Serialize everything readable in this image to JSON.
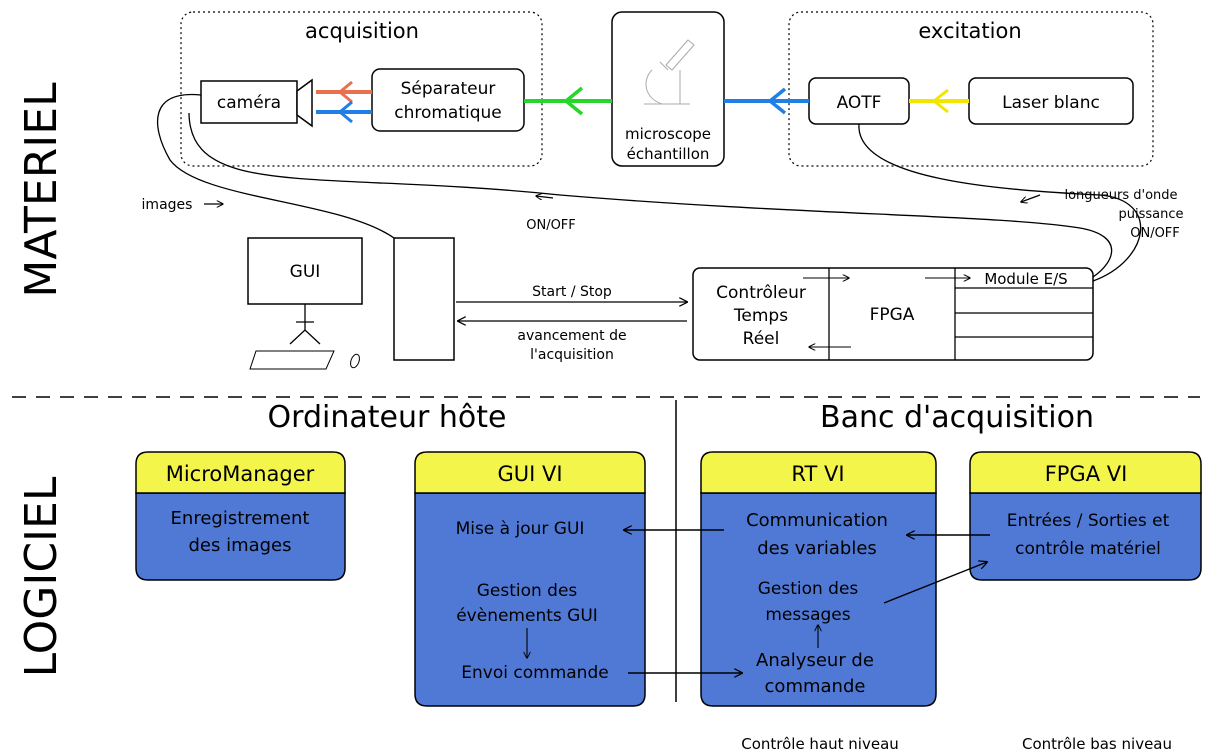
{
  "side_labels": {
    "hardware": "MATERIEL",
    "software": "LOGICIEL"
  },
  "hardware": {
    "acquisition_group": "acquisition",
    "excitation_group": "excitation",
    "camera": "caméra",
    "separator": [
      "Séparateur",
      "chromatique"
    ],
    "microscope": [
      "microscope",
      "échantillon"
    ],
    "aotf": "AOTF",
    "laser": "Laser blanc",
    "gui": "GUI",
    "controller": [
      "Contrôleur",
      "Temps",
      "Réel"
    ],
    "fpga": "FPGA",
    "module": "Module E/S",
    "links": {
      "images": "images",
      "onoff": "ON/OFF",
      "laser_params": [
        "longueurs d'onde",
        "puissance",
        "ON/OFF"
      ],
      "start_stop": "Start / Stop",
      "progress": [
        "avancement de",
        "l'acquisition"
      ]
    },
    "colors": {
      "red": "#e8704f",
      "blue": "#1f7fe6",
      "green": "#27d62a",
      "yellow": "#f2e600"
    }
  },
  "software": {
    "host_title": "Ordinateur hôte",
    "bench_title": "Banc d'acquisition",
    "micromanager": {
      "title": "MicroManager",
      "lines": [
        "Enregistrement",
        "des images"
      ]
    },
    "gui_vi": {
      "title": "GUI VI",
      "update": "Mise à jour GUI",
      "events": [
        "Gestion des",
        "évènements GUI"
      ],
      "send": "Envoi commande"
    },
    "rt_vi": {
      "title": "RT VI",
      "comm": [
        "Communication",
        "des variables"
      ],
      "messages": [
        "Gestion des",
        "messages"
      ],
      "analyzer": [
        "Analyseur de",
        "commande"
      ]
    },
    "fpga_vi": {
      "title": "FPGA VI",
      "lines": [
        "Entrées / Sorties et",
        "contrôle matériel"
      ]
    },
    "high_level": "Contrôle haut niveau",
    "low_level": "Contrôle bas niveau",
    "colors": {
      "header": "#f4f54a",
      "body": "#5079d6"
    }
  }
}
